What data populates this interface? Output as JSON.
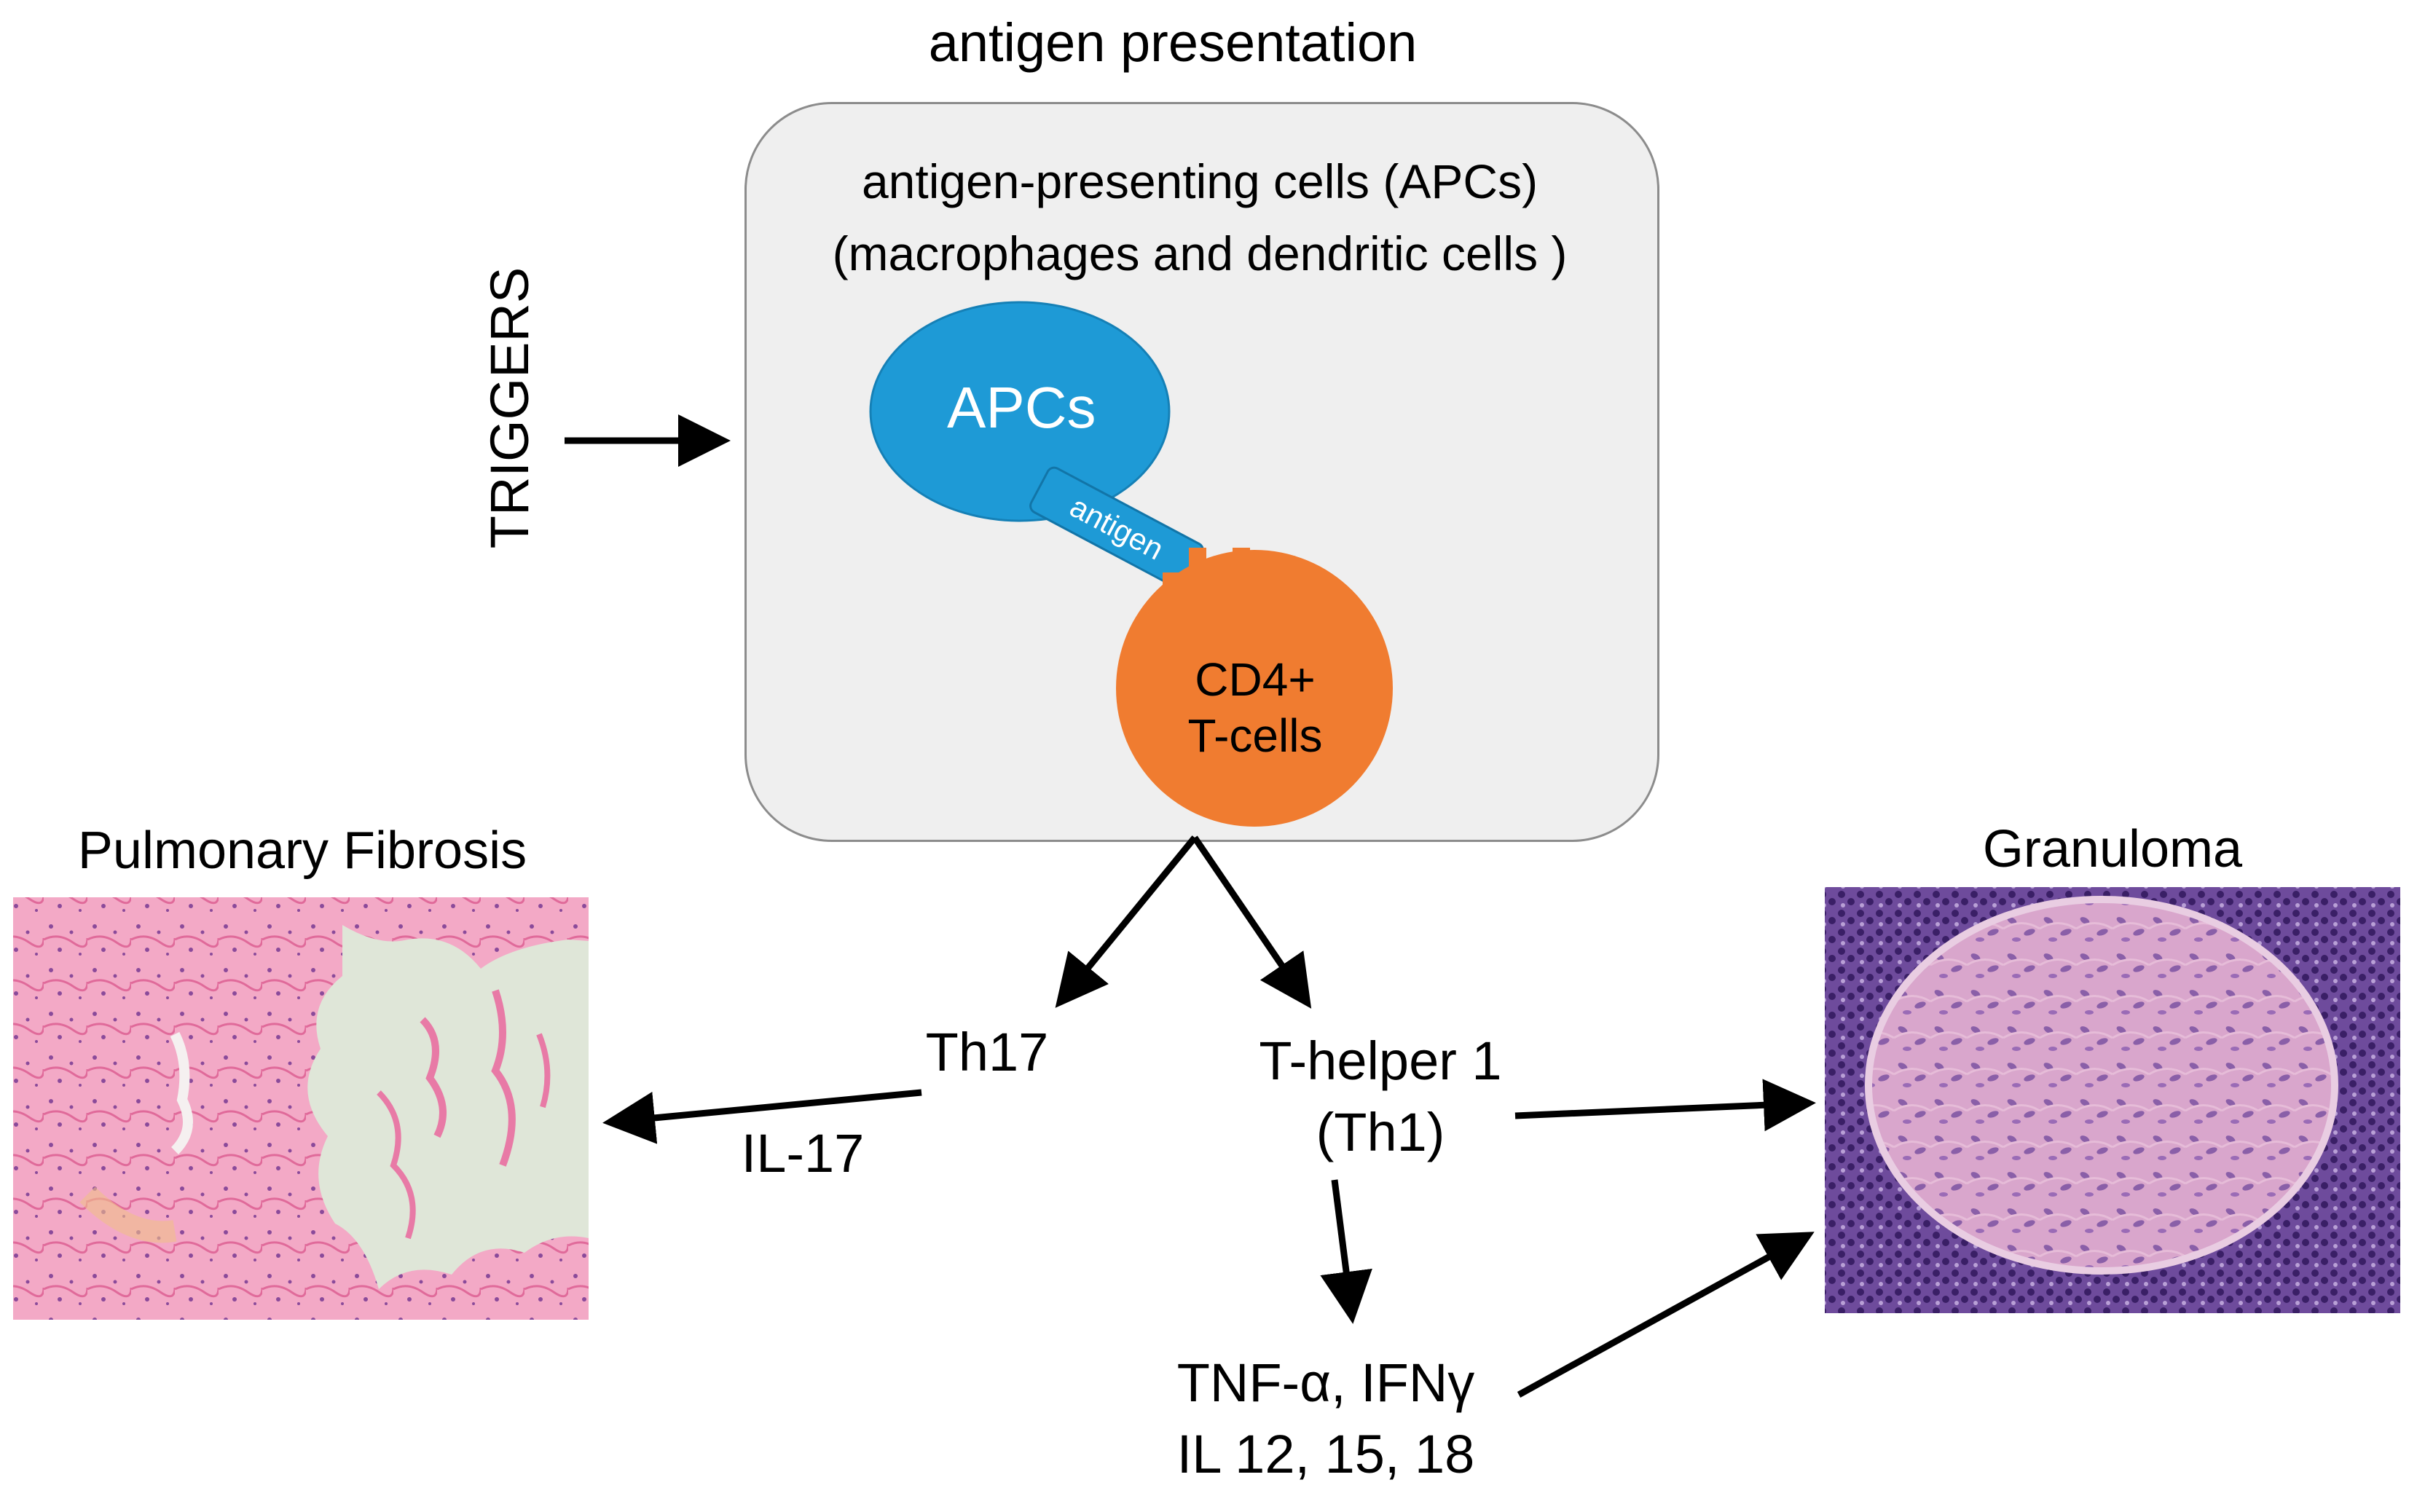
{
  "title": "antigen presentation",
  "apc_box": {
    "line1": "antigen-presenting cells (APCs)",
    "line2": "(macrophages and dendritic cells )"
  },
  "triggers": "TRIGGERS",
  "nodes": {
    "apcs": "APCs",
    "antigen": "antigen",
    "cd4_line1": "CD4+",
    "cd4_line2": "T-cells"
  },
  "th17": "Th17",
  "il17": "IL-17",
  "th1_line1": "T-helper 1",
  "th1_line2": "(Th1)",
  "cytokines_line1": "TNF-α, IFNγ",
  "cytokines_line2": "IL 12, 15, 18",
  "pulmonary_fibrosis": "Pulmonary Fibrosis",
  "granuloma": "Granuloma",
  "colors": {
    "apc_blue": "#1e9ad6",
    "tcell_orange": "#f07c30",
    "box_fill": "#efefef",
    "box_border": "#8c8c8c",
    "arrow": "#000000",
    "pf_stain": "#e87aa6",
    "gr_stain": "#6a4a9a"
  }
}
